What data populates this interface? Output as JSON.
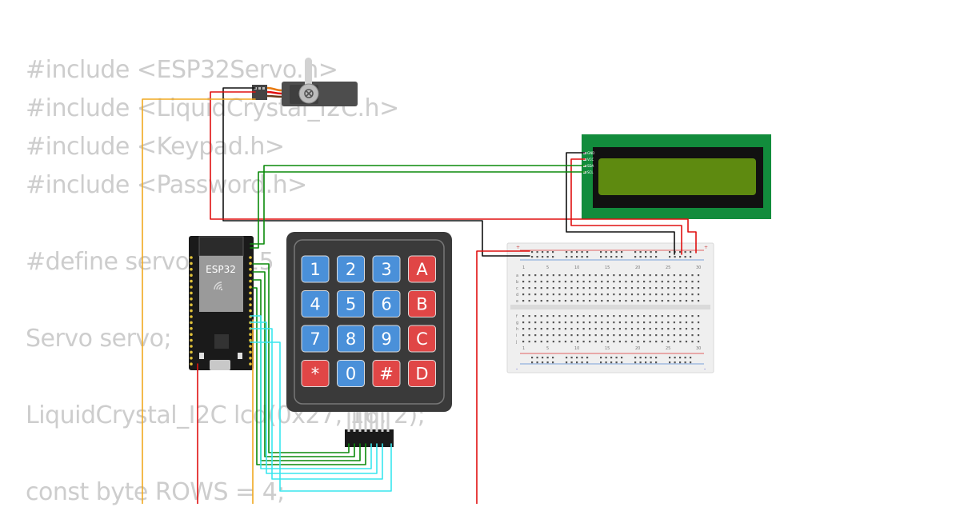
{
  "code_lines": [
    "#include <ESP32Servo.h>",
    "#include <LiquidCrystal_I2C.h>",
    "#include <Keypad.h>",
    "#include <Password.h>",
    "",
    "#define servo_pin 15",
    "",
    "Servo servo;",
    "",
    "LiquidCrystal_I2C lcd(0x27, 16, 2);",
    "",
    "const byte ROWS = 4;"
  ],
  "esp32": {
    "label": "ESP32"
  },
  "keypad": {
    "keys": [
      [
        "1",
        "2",
        "3",
        "A"
      ],
      [
        "4",
        "5",
        "6",
        "B"
      ],
      [
        "7",
        "8",
        "9",
        "C"
      ],
      [
        "*",
        "0",
        "#",
        "D"
      ]
    ]
  },
  "lcd": {
    "pins": [
      "GND",
      "VCC",
      "SDA",
      "SCL"
    ]
  },
  "breadboard": {
    "numbers": [
      "1",
      "5",
      "10",
      "15",
      "20",
      "25",
      "30"
    ],
    "rows_top": [
      "a",
      "b",
      "c",
      "d",
      "e"
    ],
    "rows_bottom": [
      "f",
      "g",
      "h",
      "i",
      "j"
    ],
    "rail_plus": "+",
    "rail_minus": "-"
  },
  "colors": {
    "code_text": "#cdcdcd",
    "wire_red": "#e01010",
    "wire_black": "#111111",
    "wire_green": "#0a8a0a",
    "wire_cyan": "#39e6ee",
    "wire_orange": "#f0a820",
    "key_blue": "#4a90d9",
    "key_red": "#e04646",
    "lcd_board": "#128c3c",
    "lcd_screen": "#5e8a10",
    "esp_board": "#1a1a1a"
  }
}
